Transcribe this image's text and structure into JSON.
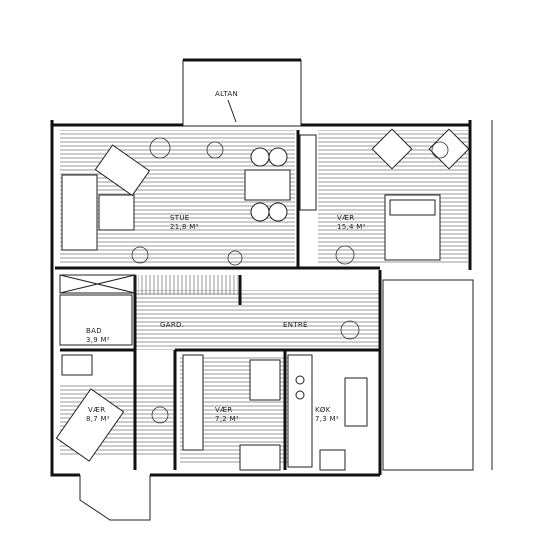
{
  "plan": {
    "rooms": [
      {
        "key": "altan",
        "name": "ALTAN",
        "area": ""
      },
      {
        "key": "stue",
        "name": "STUE",
        "area": "21,8 M²"
      },
      {
        "key": "vaer1",
        "name": "VÆR",
        "area": "15,4 M²"
      },
      {
        "key": "bad",
        "name": "BAD",
        "area": "3,9 M²"
      },
      {
        "key": "gard",
        "name": "GARD.",
        "area": ""
      },
      {
        "key": "entre",
        "name": "ENTRÉ",
        "area": ""
      },
      {
        "key": "vaer2",
        "name": "VÆR",
        "area": "8,7 M²"
      },
      {
        "key": "vaer3",
        "name": "VÆR",
        "area": "7,2 M²"
      },
      {
        "key": "kok",
        "name": "KØK",
        "area": "7,3 M²"
      }
    ]
  }
}
